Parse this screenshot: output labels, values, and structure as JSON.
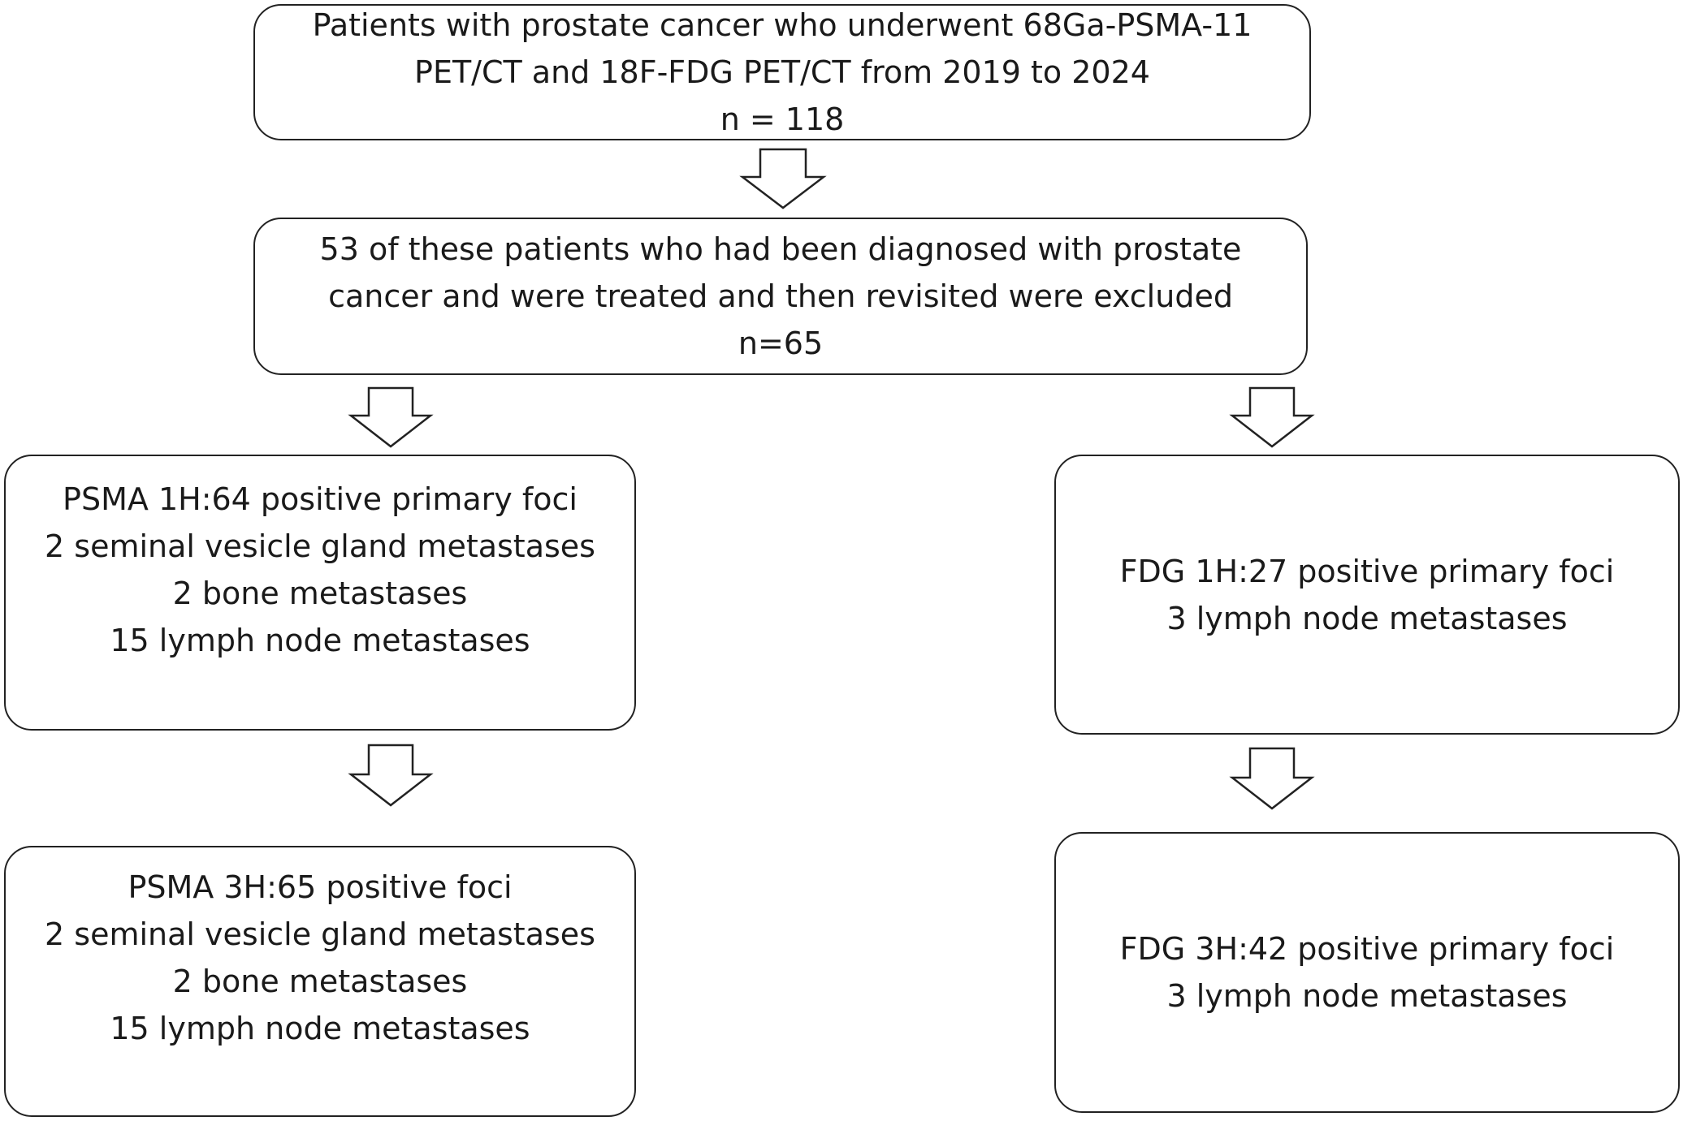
{
  "flowchart": {
    "boxes": [
      {
        "id": "start",
        "lines": [
          "Patients with prostate cancer who underwent 68Ga-PSMA-11",
          "PET/CT and 18F-FDG PET/CT from 2019 to 2024",
          "n = 118"
        ]
      },
      {
        "id": "excluded",
        "lines": [
          "53 of these patients who had been diagnosed with prostate",
          "cancer and were treated and then revisited were excluded",
          "n=65"
        ]
      },
      {
        "id": "psma-1h",
        "lines": [
          "PSMA 1H:64 positive primary foci",
          "2 seminal vesicle gland metastases",
          "2 bone metastases",
          "15 lymph node metastases"
        ]
      },
      {
        "id": "fdg-1h",
        "lines": [
          "FDG 1H:27 positive primary foci",
          "3 lymph node metastases"
        ]
      },
      {
        "id": "psma-3h",
        "lines": [
          "PSMA 3H:65 positive foci",
          "2 seminal vesicle gland metastases",
          "2 bone metastases",
          "15 lymph node metastases"
        ]
      },
      {
        "id": "fdg-3h",
        "lines": [
          "FDG 3H:42 positive primary foci",
          "3 lymph node metastases"
        ]
      }
    ],
    "arrow_style": "hollow-block-arrow-down",
    "border_color": "#222222"
  }
}
